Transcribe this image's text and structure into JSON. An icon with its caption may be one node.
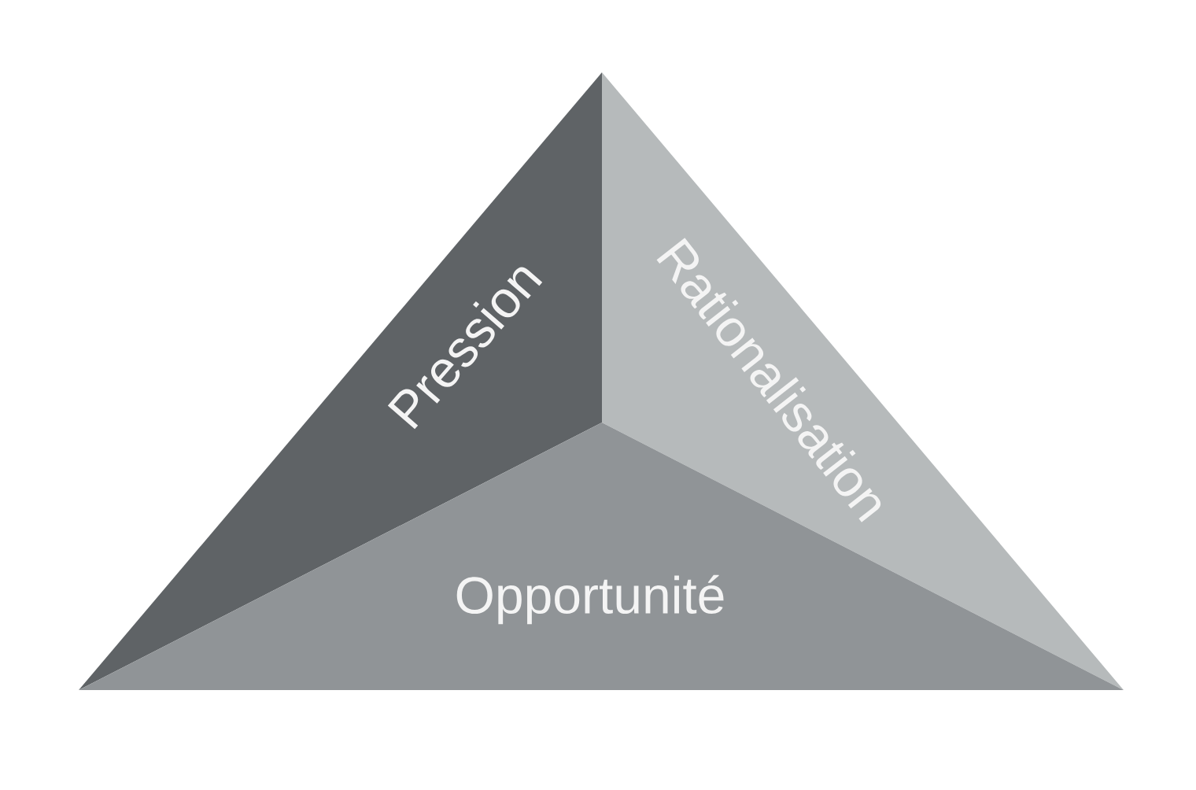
{
  "diagram": {
    "nodes": [
      {
        "text": [
          "Pression"
        ]
      },
      {
        "text": [
          "Rationalisation"
        ]
      },
      {
        "text": [
          "Opportunité"
        ]
      }
    ]
  }
}
